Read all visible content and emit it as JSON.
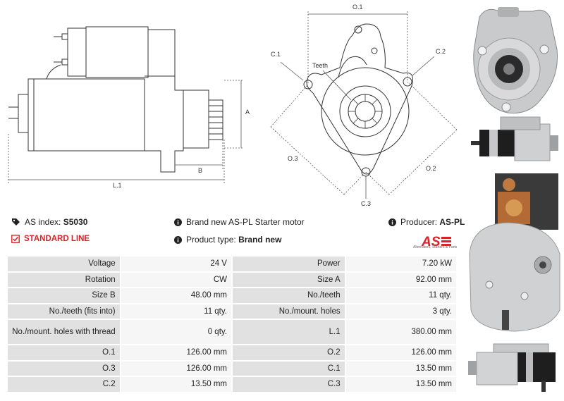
{
  "diagram_labels": {
    "side_a": "A",
    "side_b": "B",
    "side_l1": "L.1",
    "front_o1": "O.1",
    "front_o2": "O.2",
    "front_o3": "O.3",
    "front_c1": "C.1",
    "front_c2": "C.2",
    "front_c3": "C.3",
    "front_teeth": "Teeth"
  },
  "info": {
    "as_index_label": "AS index:",
    "as_index_value": "S5030",
    "description": "Brand new AS-PL Starter motor",
    "producer_label": "Producer:",
    "producer_value": "AS-PL",
    "standard_line": "STANDARD LINE",
    "product_type_label": "Product type:",
    "product_type_value": "Brand new"
  },
  "logo": {
    "text": "AS",
    "subtitle": "Alternators, Starters & Parts"
  },
  "specs": [
    {
      "l1": "Voltage",
      "v1": "24 V",
      "l2": "Power",
      "v2": "7.20 kW"
    },
    {
      "l1": "Rotation",
      "v1": "CW",
      "l2": "Size A",
      "v2": "92.00 mm"
    },
    {
      "l1": "Size B",
      "v1": "48.00 mm",
      "l2": "No./teeth",
      "v2": "11 qty."
    },
    {
      "l1": "No./teeth (fits into)",
      "v1": "11 qty.",
      "l2": "No./mount. holes",
      "v2": "3 qty."
    },
    {
      "l1": "No./mount. holes with thread",
      "v1": "0 qty.",
      "l2": "L.1",
      "v2": "380.00 mm"
    },
    {
      "l1": "O.1",
      "v1": "126.00 mm",
      "l2": "O.2",
      "v2": "126.00 mm"
    },
    {
      "l1": "O.3",
      "v1": "126.00 mm",
      "l2": "C.1",
      "v2": "13.50 mm"
    },
    {
      "l1": "C.2",
      "v1": "13.50 mm",
      "l2": "C.3",
      "v2": "13.50 mm"
    }
  ],
  "colors": {
    "accent_red": "#d8232a",
    "label_cell": "#e1e1e1",
    "value_cell": "#f6f6f6"
  }
}
